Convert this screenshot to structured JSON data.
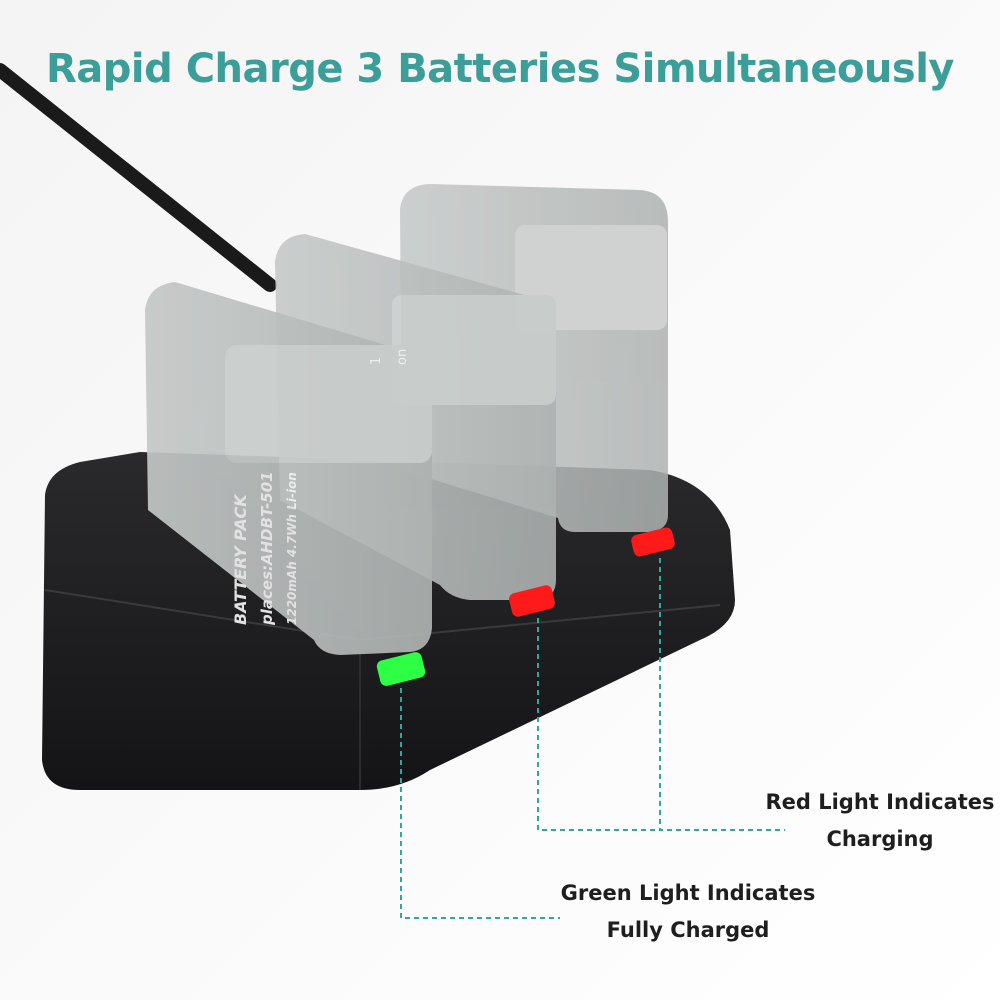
{
  "headline": "Rapid Charge 3 Batteries Simultaneously",
  "battery_label": {
    "line1": "BATTERY PACK",
    "line2": "places:AHDBT-501",
    "line3": "1220mAh  4.7Wh Li-ion",
    "partial_a": "1",
    "partial_b": "on"
  },
  "callouts": {
    "red": {
      "line1": "Red Light Indicates",
      "line2": "Charging"
    },
    "green": {
      "line1": "Green Light Indicates",
      "line2": "Fully Charged"
    }
  },
  "colors": {
    "headline": "#3b9e99",
    "charger_body": "#1b1b1d",
    "battery": "#b9bdbc",
    "led_red": "#ff1a1a",
    "led_green": "#2dff45",
    "leader_line": "#2fa8a0",
    "cable": "#1a1a1a"
  },
  "icons": [
    "usb-cable-icon",
    "led-red-icon",
    "led-green-icon"
  ]
}
